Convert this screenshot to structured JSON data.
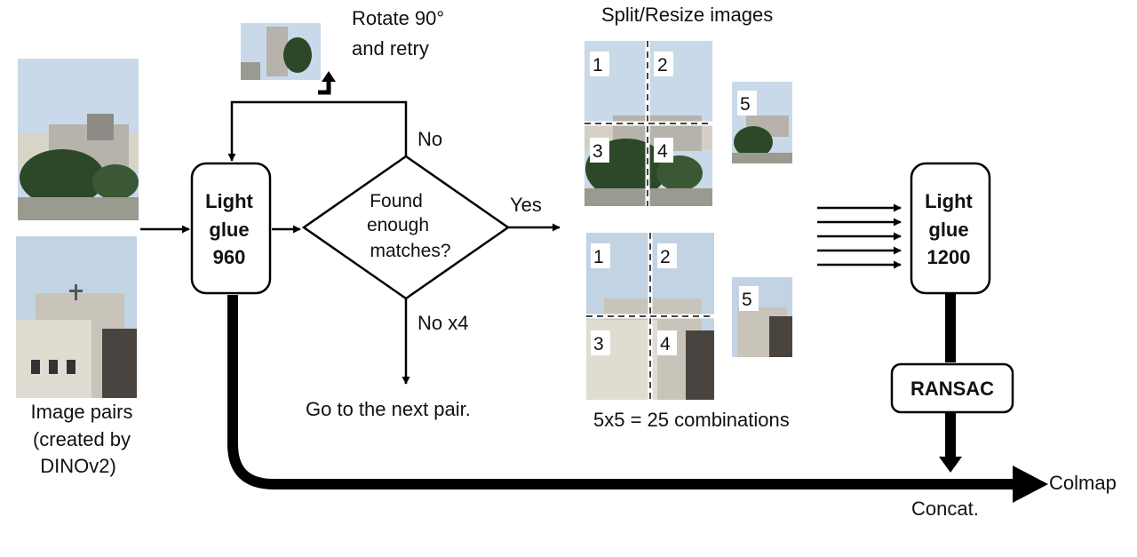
{
  "labels": {
    "rotate_line1": "Rotate 90°",
    "rotate_line2": "and retry",
    "split_resize": "Split/Resize images",
    "no": "No",
    "yes": "Yes",
    "no_x4": "No x4",
    "next_pair": "Go to the next pair.",
    "combinations": "5x5 = 25 combinations",
    "image_pairs_line1": "Image pairs",
    "image_pairs_line2": "(created by",
    "image_pairs_line3": "DINOv2)",
    "concat": "Concat.",
    "colmap": "Colmap"
  },
  "lightglue_960": {
    "line1": "Light",
    "line2": "glue",
    "line3": "960"
  },
  "decision": {
    "line1": "Found",
    "line2": "enough",
    "line3": "matches?"
  },
  "lightglue_1200": {
    "line1": "Light",
    "line2": "glue",
    "line3": "1200"
  },
  "ransac": "RANSAC",
  "tiles_top": [
    "1",
    "2",
    "3",
    "4",
    "5"
  ],
  "tiles_bottom": [
    "1",
    "2",
    "3",
    "4",
    "5"
  ],
  "colors": {
    "ink": "#000000",
    "sky": "#c8d8e8",
    "building": "#b9b6ae",
    "tree": "#2f4a2a",
    "ground": "#8f9185",
    "dark": "#4a4440"
  }
}
